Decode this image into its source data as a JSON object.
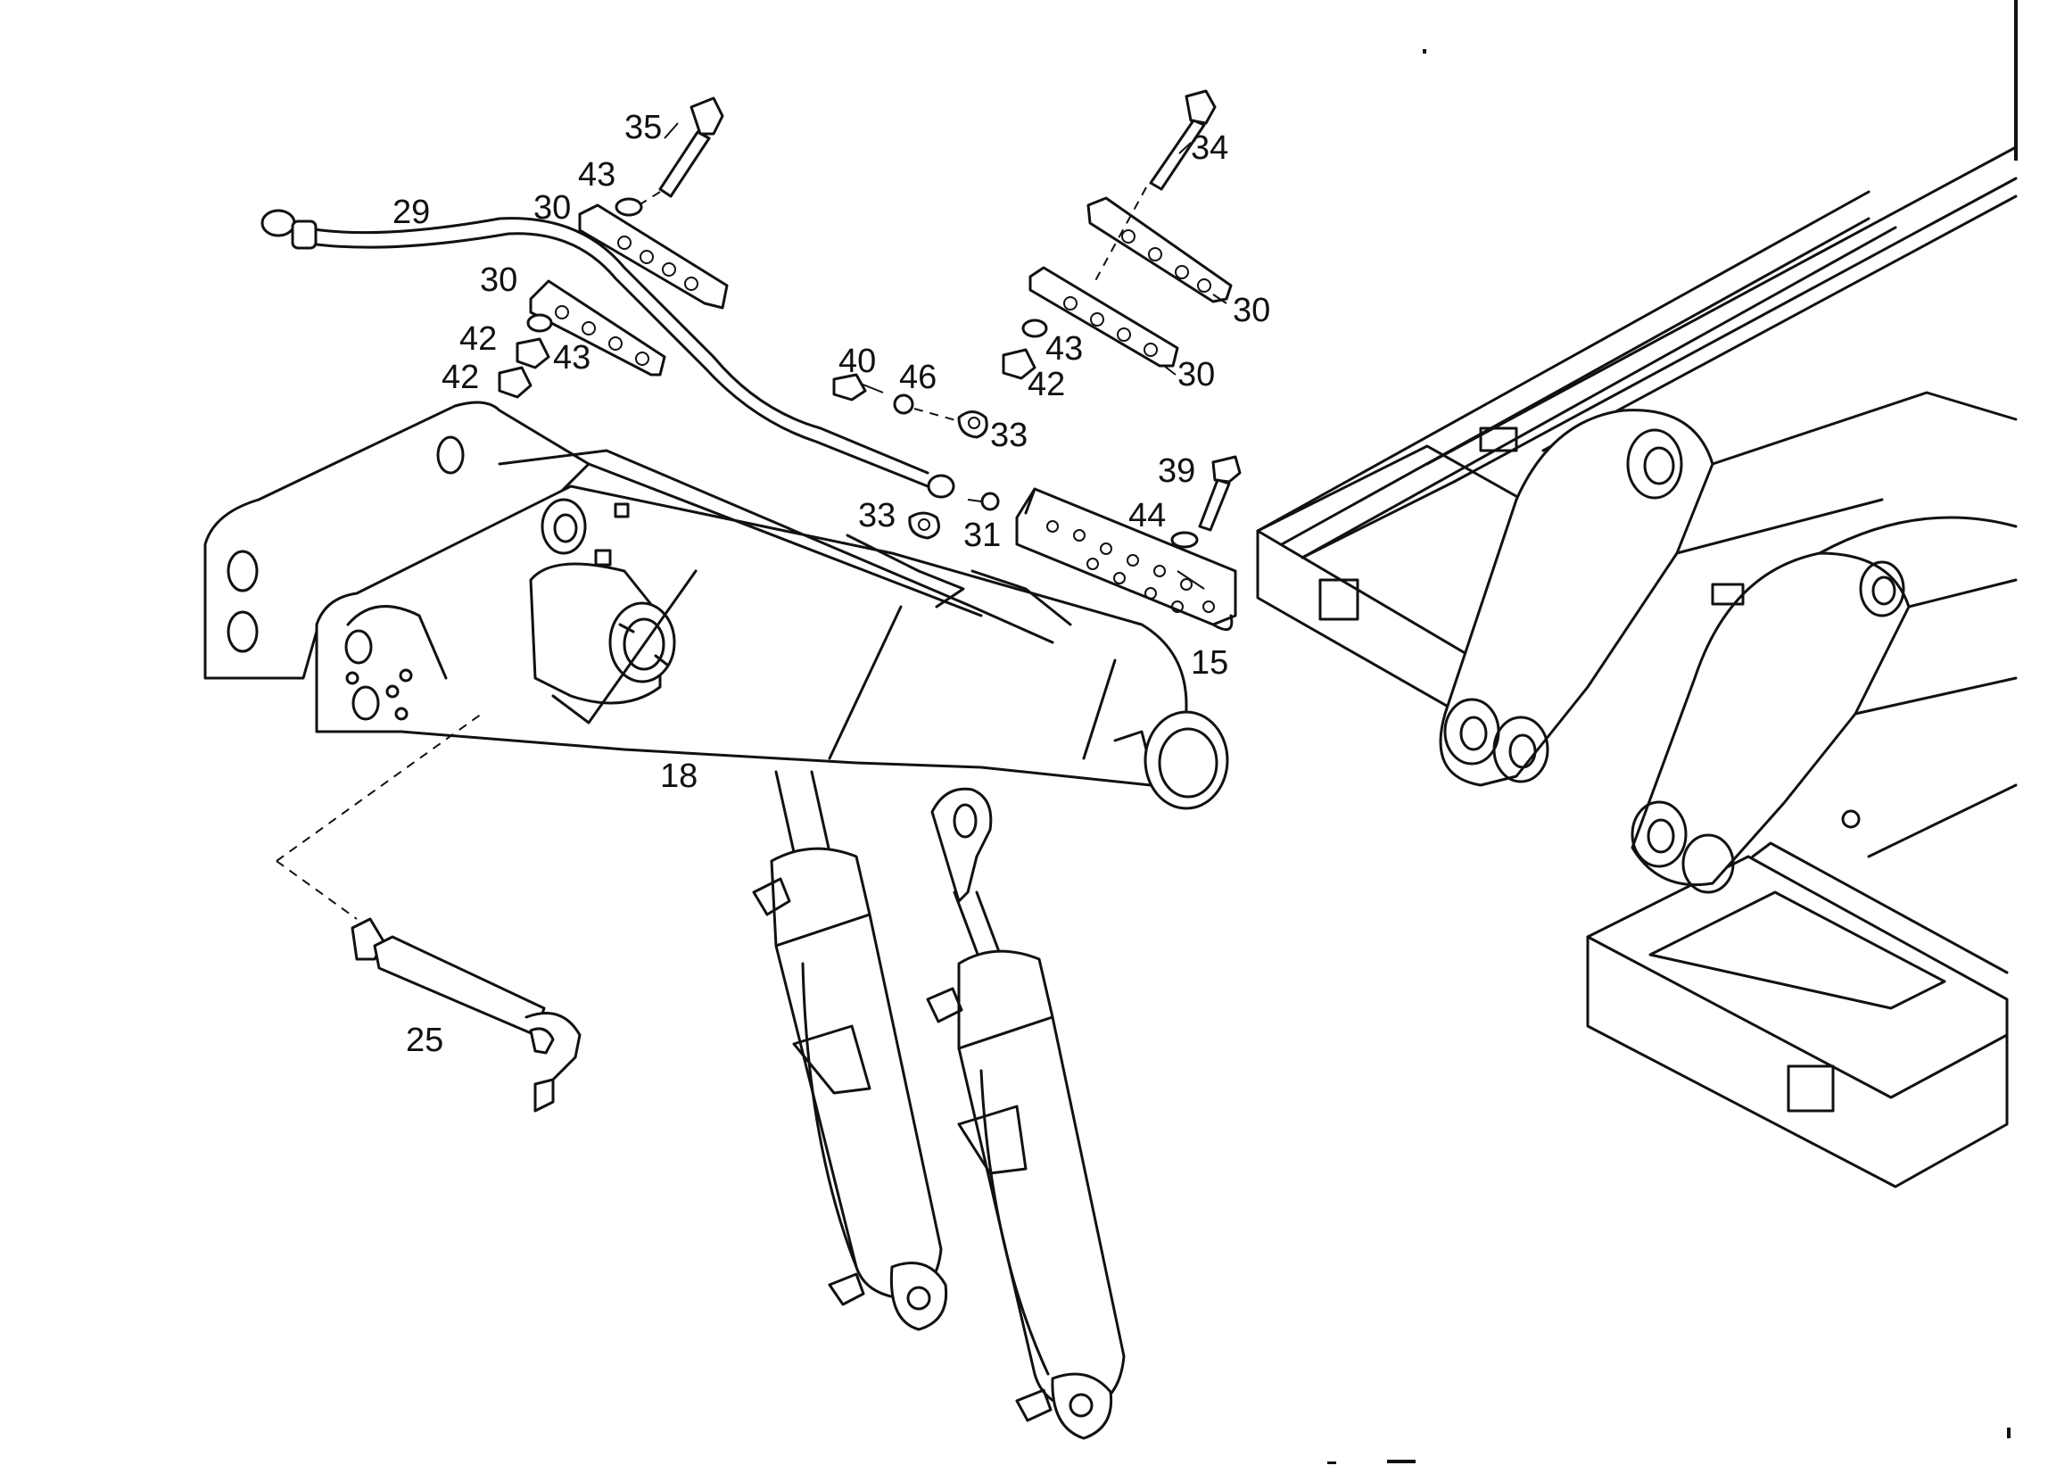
{
  "diagram": {
    "callouts": {
      "c35": "35",
      "c34": "34",
      "c43a": "43",
      "c29": "29",
      "c30a": "30",
      "c30b": "30",
      "c30c": "30",
      "c30d": "30",
      "c42a": "42",
      "c43b": "43",
      "c42b": "42",
      "c40": "40",
      "c46": "46",
      "c33a": "33",
      "c43c": "43",
      "c42c": "42",
      "c39": "39",
      "c44": "44",
      "c33b": "33",
      "c31": "31",
      "c15": "15",
      "c18": "18",
      "c25": "25"
    }
  }
}
